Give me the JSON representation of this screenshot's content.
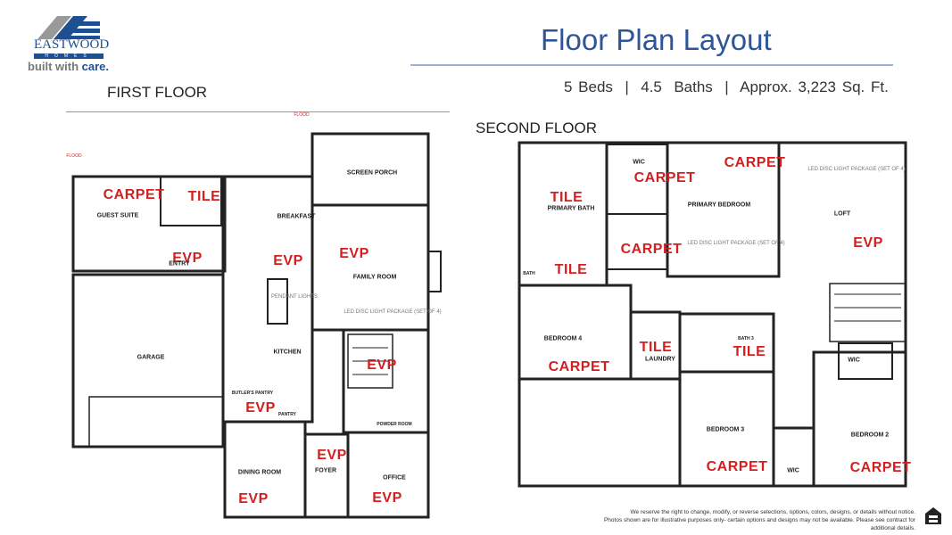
{
  "brand": {
    "name": "EASTWOOD",
    "sub": "HOMES",
    "tagline_a": "built with ",
    "tagline_b": "care."
  },
  "header": {
    "title": "Floor Plan Layout",
    "specs": "5 Beds  |  4.5  Baths  |  Approx. 3,223 Sq. Ft."
  },
  "first_floor": {
    "title": "FIRST FLOOR",
    "flooring": [
      "CARPET",
      "TILE",
      "EVP",
      "EVP",
      "EVP",
      "EVP",
      "EVP",
      "EVP",
      "EVP",
      "EVP"
    ],
    "rooms": [
      "GUEST SUITE",
      "BREAKFAST",
      "SCREEN PORCH",
      "FAMILY ROOM",
      "ENTRY",
      "GARAGE",
      "KITCHEN",
      "BUTLER'S PANTRY",
      "PANTRY",
      "POWDER ROOM",
      "DINING ROOM",
      "FOYER",
      "OFFICE"
    ],
    "notes": [
      "PENDANT LIGHTS",
      "LED DISC LIGHT PACKAGE (SET OF 4)",
      "FLOOD",
      "FLOOD"
    ]
  },
  "second_floor": {
    "title": "SECOND FLOOR",
    "flooring": [
      "CARPET",
      "CARPET",
      "TILE",
      "CARPET",
      "TILE",
      "EVP",
      "TILE",
      "TILE",
      "CARPET",
      "CARPET",
      "CARPET"
    ],
    "rooms": [
      "PRIMARY BATH",
      "WIC",
      "PRIMARY BEDROOM",
      "LOFT",
      "BATH",
      "BEDROOM 4",
      "LAUNDRY",
      "BATH 3",
      "WIC",
      "BEDROOM 3",
      "BEDROOM 2",
      "WIC"
    ],
    "notes": [
      "LED DISC LIGHT PACKAGE (SET OF 4)",
      "LED DISC LIGHT PACKAGE (SET OF 4)"
    ]
  },
  "colors": {
    "brand_blue": "#1d4f91",
    "title_blue": "#2e5597",
    "flooring_red": "#d21f1f"
  },
  "footer": {
    "disclaimer_1": "We reserve the right to change, modify, or reverse selections, options, colors, designs, or details without notice.",
    "disclaimer_2": "Photos shown are for illustrative purposes only- certain options and designs may not be available. Please see contract for additional details.",
    "icon": "equal-housing-icon"
  }
}
